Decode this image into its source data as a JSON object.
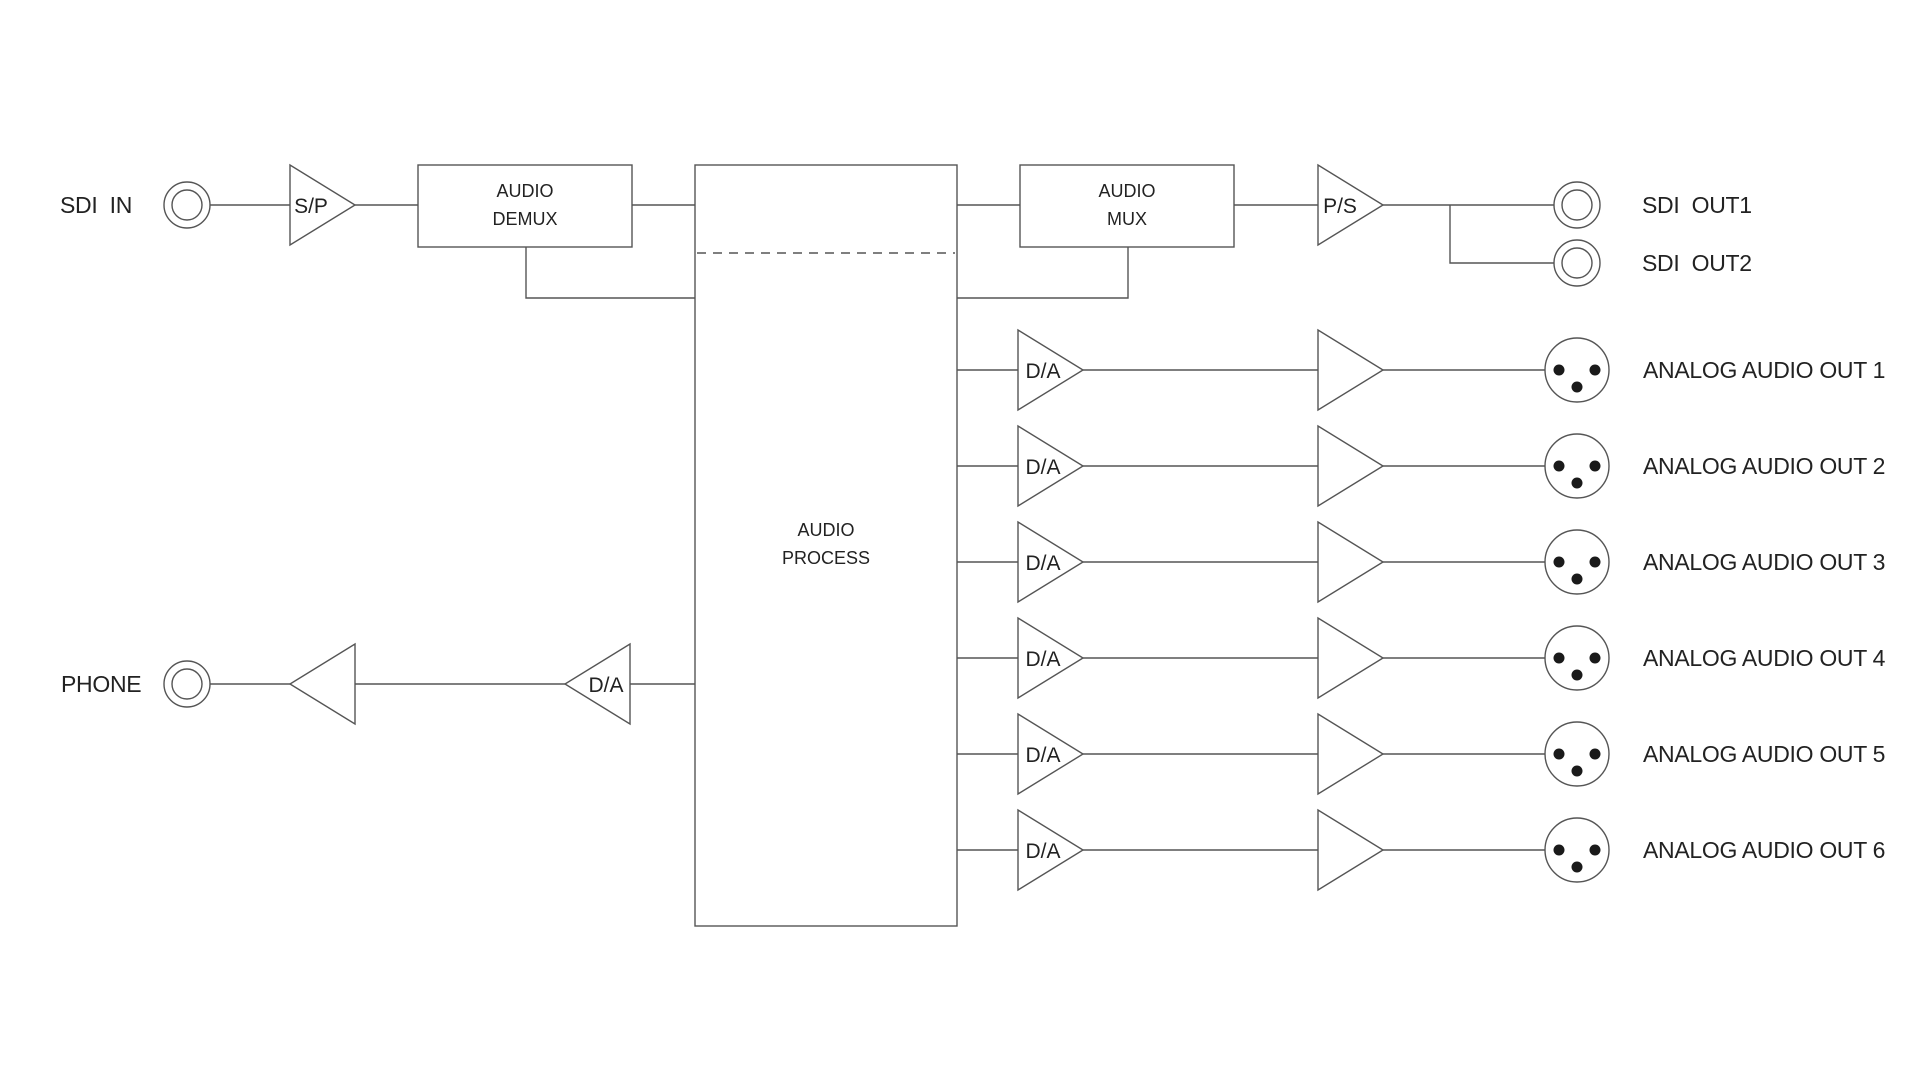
{
  "connectors": {
    "sdi_in": "SDI  IN",
    "phone": "PHONE",
    "sdi_out1": "SDI  OUT1",
    "sdi_out2": "SDI  OUT2"
  },
  "blocks": {
    "demux": [
      "AUDIO",
      "DEMUX"
    ],
    "mux": [
      "AUDIO",
      "MUX"
    ],
    "process": [
      "AUDIO",
      "PROCESS"
    ]
  },
  "converters": {
    "sp": "S/P",
    "ps": "P/S",
    "da": "D/A"
  },
  "analog_outputs": [
    "ANALOG AUDIO OUT 1",
    "ANALOG AUDIO OUT 2",
    "ANALOG AUDIO OUT 3",
    "ANALOG AUDIO OUT 4",
    "ANALOG AUDIO OUT 5",
    "ANALOG AUDIO OUT 6"
  ]
}
